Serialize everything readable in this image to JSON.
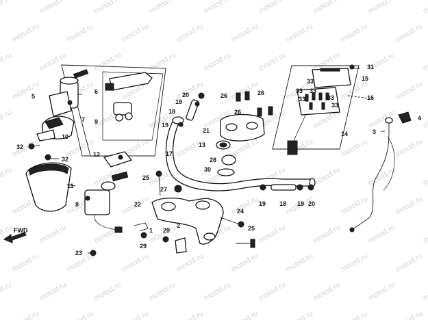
{
  "diagram": {
    "watermark": "motod.ru",
    "direction_label": "FWD",
    "callouts": [
      {
        "id": "c31",
        "text": "31"
      },
      {
        "id": "c15",
        "text": "15"
      },
      {
        "id": "c16",
        "text": "16"
      },
      {
        "id": "c33a",
        "text": "33"
      },
      {
        "id": "c33b",
        "text": "33"
      },
      {
        "id": "c33c",
        "text": "33"
      },
      {
        "id": "c33d",
        "text": "33"
      },
      {
        "id": "c33e",
        "text": "33"
      },
      {
        "id": "c33f",
        "text": "33"
      },
      {
        "id": "c14",
        "text": "14"
      },
      {
        "id": "c4",
        "text": "4"
      },
      {
        "id": "c3",
        "text": "3"
      },
      {
        "id": "c5",
        "text": "5"
      },
      {
        "id": "c6",
        "text": "6"
      },
      {
        "id": "c7",
        "text": "7"
      },
      {
        "id": "c9",
        "text": "9"
      },
      {
        "id": "c10",
        "text": "10"
      },
      {
        "id": "c32a",
        "text": "32"
      },
      {
        "id": "c32b",
        "text": "32"
      },
      {
        "id": "c11",
        "text": "11"
      },
      {
        "id": "c12",
        "text": "12"
      },
      {
        "id": "c20a",
        "text": "20"
      },
      {
        "id": "c19a",
        "text": "19"
      },
      {
        "id": "c18a",
        "text": "18"
      },
      {
        "id": "c19b",
        "text": "19"
      },
      {
        "id": "c26a",
        "text": "26"
      },
      {
        "id": "c26b",
        "text": "26"
      },
      {
        "id": "c26c",
        "text": "26"
      },
      {
        "id": "c21",
        "text": "21"
      },
      {
        "id": "c13",
        "text": "13"
      },
      {
        "id": "c28",
        "text": "28"
      },
      {
        "id": "c30",
        "text": "30"
      },
      {
        "id": "c17",
        "text": "17"
      },
      {
        "id": "c25a",
        "text": "25"
      },
      {
        "id": "c27",
        "text": "27"
      },
      {
        "id": "c8",
        "text": "8"
      },
      {
        "id": "c22",
        "text": "22"
      },
      {
        "id": "c24",
        "text": "24"
      },
      {
        "id": "c2",
        "text": "2"
      },
      {
        "id": "c1",
        "text": "1"
      },
      {
        "id": "c29a",
        "text": "29"
      },
      {
        "id": "c29b",
        "text": "29"
      },
      {
        "id": "c25b",
        "text": "25"
      },
      {
        "id": "c23",
        "text": "23"
      },
      {
        "id": "c19c",
        "text": "19"
      },
      {
        "id": "c18b",
        "text": "18"
      },
      {
        "id": "c19d",
        "text": "19"
      },
      {
        "id": "c20b",
        "text": "20"
      }
    ]
  }
}
